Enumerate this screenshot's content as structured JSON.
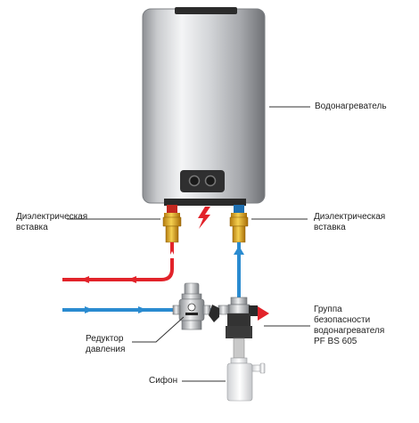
{
  "labels": {
    "heater": "Водонагреватель",
    "dielectric_left": [
      "Диэлектрическая",
      "вставка"
    ],
    "dielectric_right": [
      "Диэлектрическая",
      "вставка"
    ],
    "safety_group": [
      "Группа",
      "безопасности",
      "водонагревателя",
      "PF BS 605"
    ],
    "reducer": [
      "Редуктор",
      "давления"
    ],
    "siphon": "Сифон"
  },
  "icons": {
    "electric": "lightning-icon",
    "hot_flow": "arrow-left-icon",
    "cold_flow": "arrow-right-icon",
    "cold_up": "arrow-up-icon"
  },
  "colors": {
    "hot_water": "#e2232a",
    "cold_water": "#2a8bd0",
    "brass": "#e6b020",
    "leader": "#333333"
  }
}
